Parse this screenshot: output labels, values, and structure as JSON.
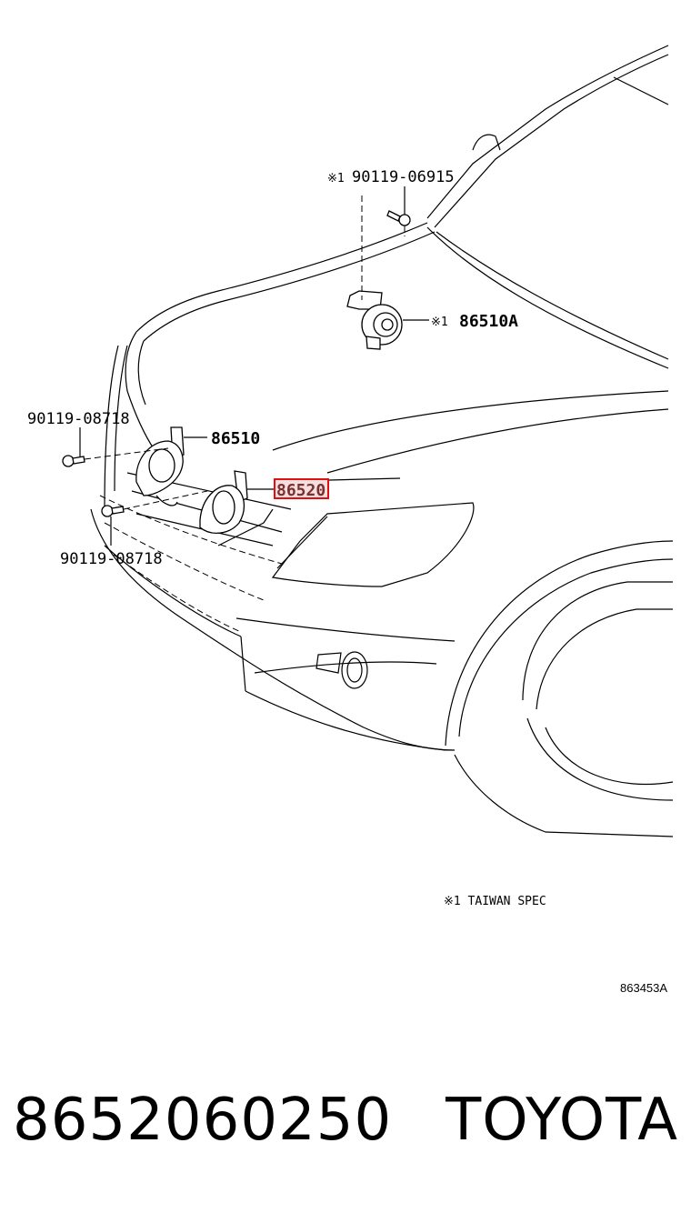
{
  "callouts": {
    "bolt_top_number": "90119-06915",
    "bolt_top_mark": "※1",
    "horn_taiwan_number": "86510A",
    "horn_taiwan_mark": "※1",
    "bolt_left_upper": "90119-08718",
    "horn_high": "86510",
    "horn_low_highlighted": "86520",
    "bolt_left_lower": "90119-08718"
  },
  "notes": {
    "footnote": "※1 TAIWAN SPEC",
    "figure_id": "863453A"
  },
  "caption": {
    "part_number": "8652060250",
    "brand": "TOYOTA"
  },
  "colors": {
    "highlight_box": "#e01010",
    "highlight_text": "#7a3030"
  }
}
